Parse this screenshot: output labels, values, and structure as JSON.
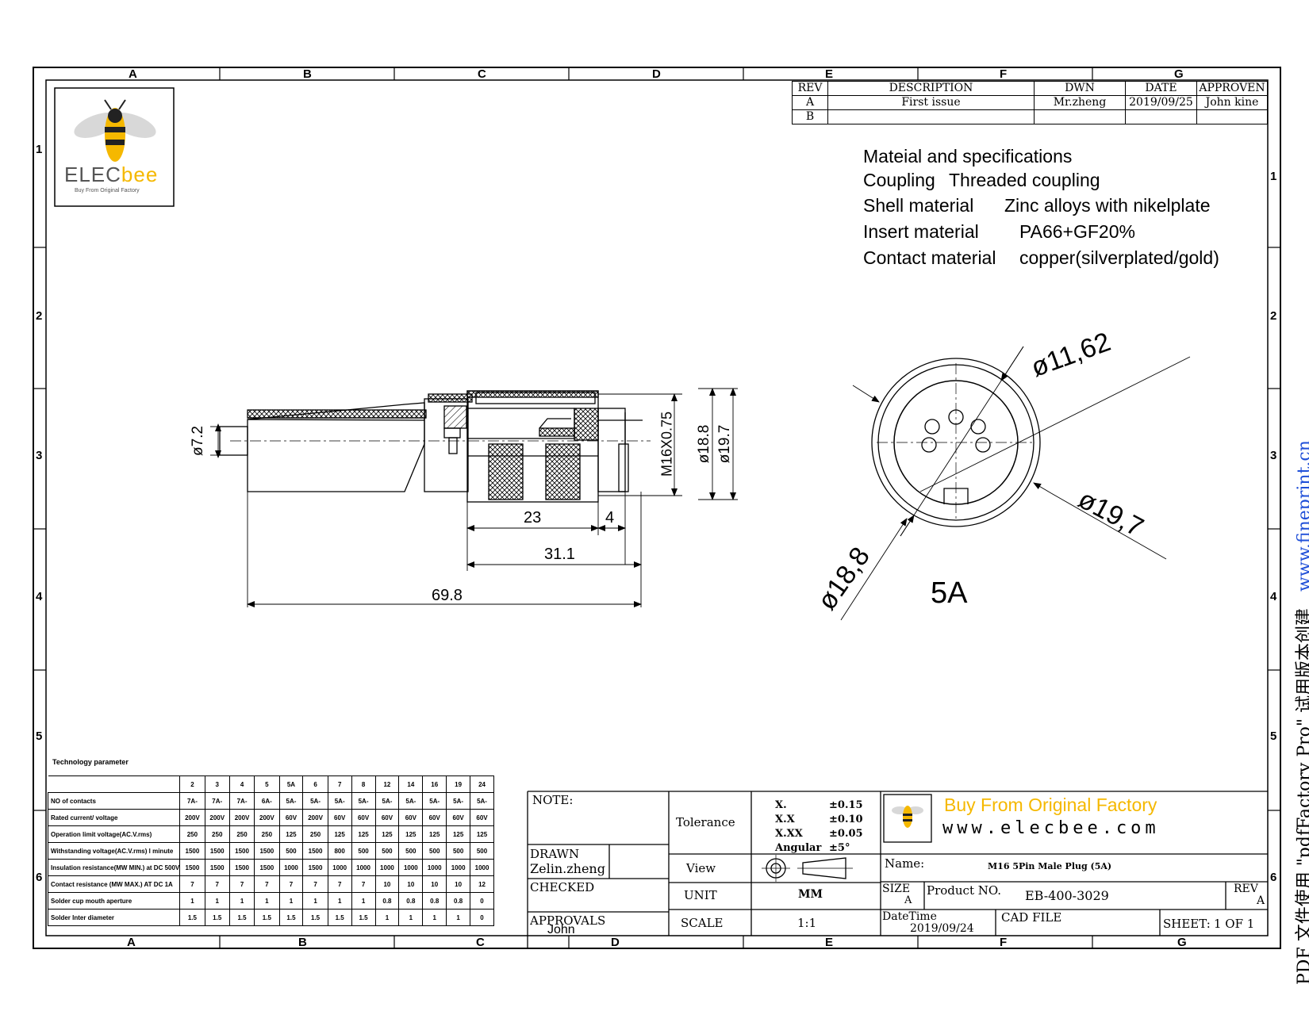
{
  "border": {
    "cols_top": [
      "A",
      "B",
      "C",
      "D",
      "E",
      "F",
      "G"
    ],
    "cols_bottom": [
      "A",
      "B",
      "C",
      "D",
      "E",
      "F",
      "G"
    ],
    "rows_left": [
      "1",
      "2",
      "3",
      "4",
      "5",
      "6"
    ],
    "rows_right": [
      "1",
      "2",
      "3",
      "4",
      "5",
      "6"
    ]
  },
  "logo": {
    "brand_a": "ELEC",
    "brand_b": "bee",
    "tagline": "Buy From Original Factory"
  },
  "revision": {
    "headers": [
      "REV",
      "DESCRIPTION",
      "DWN",
      "DATE",
      "APPROVEN"
    ],
    "rows": [
      [
        "A",
        "First issue",
        "Mr.zheng",
        "2019/09/25",
        "John kine"
      ],
      [
        "B",
        "",
        "",
        "",
        ""
      ]
    ]
  },
  "specs": {
    "heading": "Mateial and specifications",
    "items": [
      {
        "label": "Coupling",
        "value": "Threaded coupling"
      },
      {
        "label": "Shell material",
        "value": "Zinc alloys with nikelplate"
      },
      {
        "label": "Insert material",
        "value": "PA66+GF20%"
      },
      {
        "label": "Contact material",
        "value": "copper(silverplated/gold)"
      }
    ]
  },
  "side_dims": {
    "d_cable": "ø7.2",
    "thread": "M16X0.75",
    "d_body": "ø18.8",
    "d_max": "ø19.7",
    "len_23": "23",
    "len_4": "4",
    "len_311": "31.1",
    "len_698": "69.8"
  },
  "front_dims": {
    "d1": "ø11,62",
    "d2": "ø19,7",
    "d3": "ø18,8",
    "label": "5A"
  },
  "tech": {
    "title": "Technology parameter",
    "cols": [
      "2",
      "3",
      "4",
      "5",
      "5A",
      "6",
      "7",
      "8",
      "12",
      "14",
      "16",
      "19",
      "24"
    ],
    "rows": [
      {
        "label": "NO of contacts",
        "vals": [
          "7A-",
          "7A-",
          "7A-",
          "6A-",
          "5A-",
          "5A-",
          "5A-",
          "5A-",
          "5A-",
          "5A-",
          "5A-",
          "5A-",
          "5A-"
        ]
      },
      {
        "label": "Rated current/ voltage",
        "vals": [
          "200V",
          "200V",
          "200V",
          "200V",
          "60V",
          "200V",
          "60V",
          "60V",
          "60V",
          "60V",
          "60V",
          "60V",
          "60V"
        ]
      },
      {
        "label": "Operation limit voltage(AC.V.rms)",
        "vals": [
          "250",
          "250",
          "250",
          "250",
          "125",
          "250",
          "125",
          "125",
          "125",
          "125",
          "125",
          "125",
          "125"
        ]
      },
      {
        "label": "Withstanding voltage(AC.V.rms) l minute",
        "vals": [
          "1500",
          "1500",
          "1500",
          "1500",
          "500",
          "1500",
          "800",
          "500",
          "500",
          "500",
          "500",
          "500",
          "500"
        ]
      },
      {
        "label": "Insulation resistance(MW MIN.) at DC 500V",
        "vals": [
          "1500",
          "1500",
          "1500",
          "1500",
          "1000",
          "1500",
          "1000",
          "1000",
          "1000",
          "1000",
          "1000",
          "1000",
          "1000"
        ]
      },
      {
        "label": "Contact resistance (MW MAX.) AT DC 1A",
        "vals": [
          "7",
          "7",
          "7",
          "7",
          "7",
          "7",
          "7",
          "7",
          "10",
          "10",
          "10",
          "10",
          "12"
        ]
      },
      {
        "label": "Solder cup mouth aperture",
        "vals": [
          "1",
          "1",
          "1",
          "1",
          "1",
          "1",
          "1",
          "1",
          "0.8",
          "0.8",
          "0.8",
          "0.8",
          "0"
        ]
      },
      {
        "label": "Solder Inter diameter",
        "vals": [
          "1.5",
          "1.5",
          "1.5",
          "1.5",
          "1.5",
          "1.5",
          "1.5",
          "1.5",
          "1",
          "1",
          "1",
          "1",
          "0"
        ]
      }
    ]
  },
  "titleblock": {
    "note": "NOTE:",
    "drawn_label": "DRAWN",
    "drawn": "Zelin.zheng",
    "checked_label": "CHECKED",
    "approvals_label": "APPROVALS",
    "approvals": "John Kine",
    "tolerance_label": "Tolerance",
    "tol": [
      [
        "X.",
        "±0.15"
      ],
      [
        "X.X",
        "±0.10"
      ],
      [
        "X.XX",
        "±0.05"
      ],
      [
        "Angular",
        "±5°"
      ]
    ],
    "view_label": "View",
    "unit_label": "UNIT",
    "unit": "MM",
    "scale_label": "SCALE",
    "scale": "1:1",
    "slogan": "Buy From Original Factory",
    "website": "www.elecbee.com",
    "name_label": "Name:",
    "name": "M16 5Pin Male Plug (5A)",
    "size_label": "SIZE",
    "size": "A",
    "product_label": "Product NO.",
    "product": "EB-400-3029",
    "rev_label": "REV",
    "rev": "A",
    "datetime_label": "DateTime",
    "datetime": "2019/09/24",
    "cad_label": "CAD FILE",
    "sheet_label": "SHEET:",
    "sheet": "1 OF 1"
  },
  "watermark": {
    "link": "www.fineprint.cn",
    "text": "PDF 文件使用 \"pdfFactory Pro\" 试用版本创建"
  }
}
